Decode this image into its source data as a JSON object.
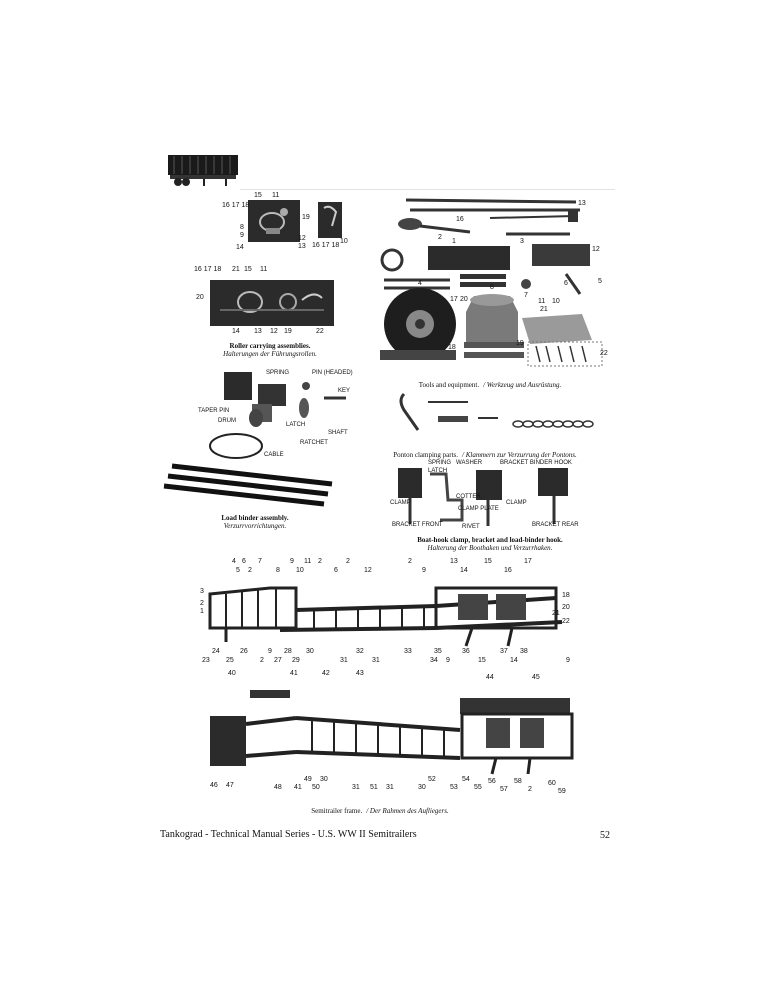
{
  "captions": {
    "roller_en": "Roller carrying assemblies.",
    "roller_de": "Halterungen der Führungsrollen.",
    "tools_en": "Tools and equipment.",
    "tools_de": "Werkzeug und Ausrüstung.",
    "ponton_en": "Ponton clamping parts.",
    "ponton_de": "Klammern zur Verzurrung der Pontons.",
    "loadbinder_en": "Load binder assembly.",
    "loadbinder_de": "Verzurrvorrichtungen.",
    "boathook_en": "Boat-hook clamp, bracket and load-binder hook.",
    "boathook_de": "Halterung der Boothaken und Verzurrhaken.",
    "frame_en": "Semitrailer frame.",
    "frame_de": "Der Rahmen des Aufliegers."
  },
  "labels": {
    "spring": "SPRING",
    "pin_headed": "PIN (HEADED)",
    "key": "KEY",
    "taper_pin": "TAPER PIN",
    "drum": "DRUM",
    "latch": "LATCH",
    "ratchet": "RATCHET",
    "shaft": "SHAFT",
    "cable": "CABLE",
    "spring2": "SPRING",
    "washer": "WASHER",
    "bracket_binder_hook": "BRACKET BINDER HOOK",
    "latch2": "LATCH",
    "cotter": "COTTER",
    "clamp_l": "CLAMP",
    "clamp_r": "CLAMP",
    "clamp_plate": "CLAMP PLATE",
    "bracket_front": "BRACKET FRONT",
    "rivet": "RIVET",
    "bracket_rear": "BRACKET REAR"
  },
  "footer": {
    "series": "Tankograd - Technical Manual Series - U.S. WW II Semitrailers",
    "page": "52"
  },
  "roller_top_nums": [
    "16 17 18",
    "15",
    "11",
    "8",
    "9",
    "14",
    "19",
    "12",
    "13",
    "16 17 18",
    "10"
  ],
  "roller_bottom_nums": [
    "16 17 18",
    "21",
    "15",
    "11",
    "20",
    "14",
    "13",
    "12",
    "19",
    "22"
  ],
  "tools_nums": [
    "13",
    "16",
    "2",
    "1",
    "3",
    "4",
    "5",
    "12",
    "7",
    "6",
    "17",
    "20",
    "11",
    "10",
    "21",
    "8",
    "18",
    "19",
    "22"
  ],
  "frame_top_nums": [
    "4",
    "6",
    "7",
    "5",
    "2",
    "9",
    "11",
    "2",
    "8",
    "10",
    "6",
    "2",
    "12",
    "2",
    "9",
    "13",
    "15",
    "17",
    "14",
    "16",
    "3",
    "2",
    "1",
    "18",
    "20",
    "21",
    "22"
  ],
  "frame_bottom_nums": [
    "24",
    "26",
    "9",
    "28",
    "30",
    "32",
    "33",
    "35",
    "36",
    "37",
    "38",
    "23",
    "25",
    "2",
    "27",
    "29",
    "31",
    "31",
    "34",
    "9",
    "15",
    "14",
    "9"
  ],
  "frame2_top_nums": [
    "40",
    "41",
    "42",
    "43",
    "44",
    "45"
  ],
  "frame2_bottom_nums": [
    "46",
    "47",
    "48",
    "41",
    "49",
    "50",
    "30",
    "31",
    "51",
    "31",
    "30",
    "52",
    "53",
    "54",
    "55",
    "56",
    "57",
    "58",
    "2",
    "60",
    "59"
  ]
}
